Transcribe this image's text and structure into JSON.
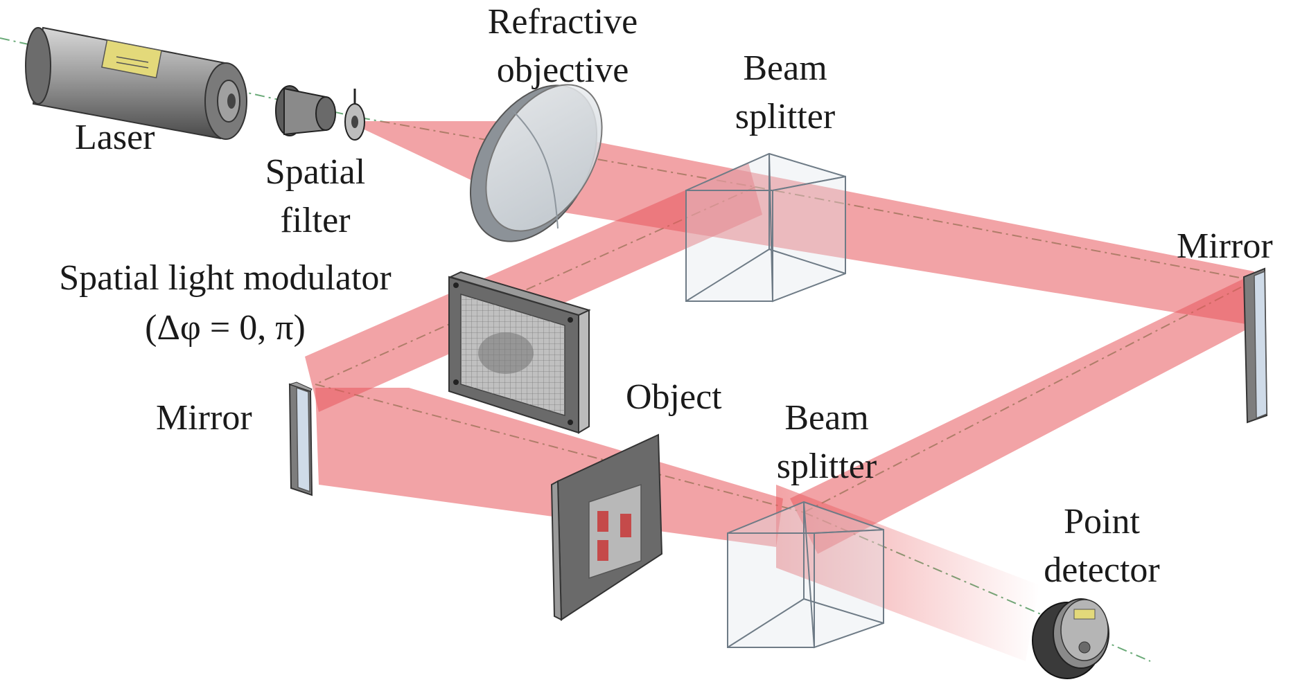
{
  "labels": {
    "laser": "Laser",
    "spatial_filter_1": "Spatial",
    "spatial_filter_2": "filter",
    "refractive_objective_1": "Refractive",
    "refractive_objective_2": "objective",
    "beam_splitter_top_1": "Beam",
    "beam_splitter_top_2": "splitter",
    "mirror_right": "Mirror",
    "slm_1": "Spatial light modulator",
    "slm_2": "(Δφ = 0, π)",
    "mirror_left": "Mirror",
    "object": "Object",
    "beam_splitter_bottom_1": "Beam",
    "beam_splitter_bottom_2": "splitter",
    "point_detector_1": "Point",
    "point_detector_2": "detector"
  },
  "colors": {
    "beam": "#e8585c",
    "optical_axis": "#6aaa78",
    "glass": "#dfe6ec",
    "metal": "#8c8c8c"
  }
}
